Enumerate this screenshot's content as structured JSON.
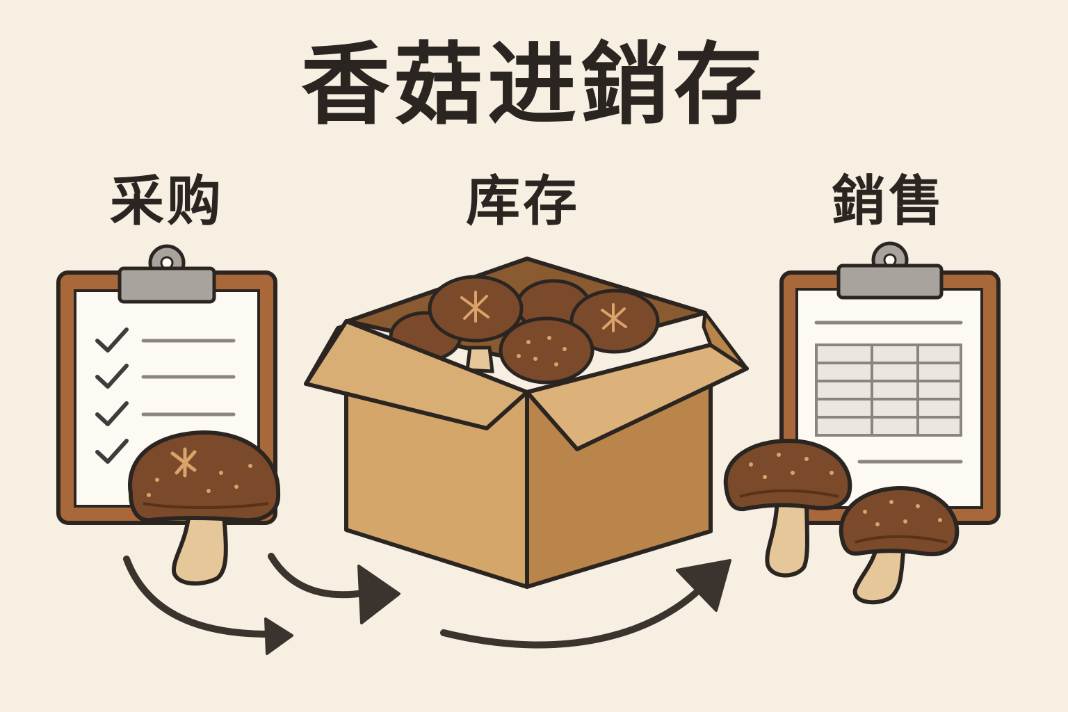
{
  "title": "香菇进銷存",
  "stages": {
    "purchase": "采购",
    "inventory": "库存",
    "sales": "銷售"
  },
  "colors": {
    "background": "#f7efe2",
    "text": "#2b2522",
    "clipboard_board": "#a8683a",
    "clipboard_paper": "#fdfaf3",
    "clip_metal": "#a9a39d",
    "box": "#d4a66a",
    "box_dark": "#b9854a",
    "mushroom_cap": "#7a4a2a",
    "mushroom_stem": "#e6c79a",
    "arrow": "#3a332e"
  },
  "icons": [
    "clipboard-checklist-icon",
    "cardboard-box-icon",
    "clipboard-table-icon",
    "shiitake-mushroom-icon",
    "flow-arrow-icon"
  ]
}
